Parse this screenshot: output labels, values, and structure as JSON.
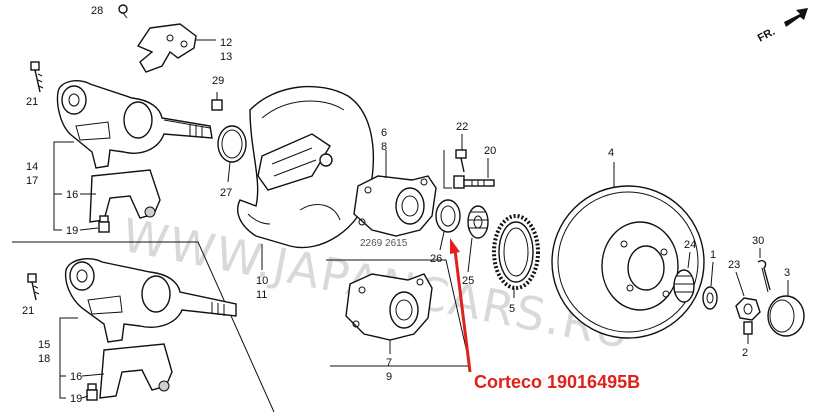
{
  "direction_label": "FR.",
  "watermark": "WWW.JAPANCARS.RU",
  "part_code": "2269 2615",
  "callout": {
    "text": "Corteco 19016495B",
    "color": "#e0201a"
  },
  "part_numbers": {
    "n28": "28",
    "n12": "12",
    "n13": "13",
    "n21a": "21",
    "n29": "29",
    "n14": "14",
    "n17": "17",
    "n16a": "16",
    "n19a": "19",
    "n27": "27",
    "n6": "6",
    "n8": "8",
    "n22": "22",
    "n20": "20",
    "n4": "4",
    "n26": "26",
    "n25": "25",
    "n5": "5",
    "n24": "24",
    "n1": "1",
    "n30": "30",
    "n23": "23",
    "n3": "3",
    "n2": "2",
    "n10": "10",
    "n11": "11",
    "n7": "7",
    "n9": "9",
    "n21b": "21",
    "n15": "15",
    "n18": "18",
    "n16b": "16",
    "n19b": "19"
  }
}
